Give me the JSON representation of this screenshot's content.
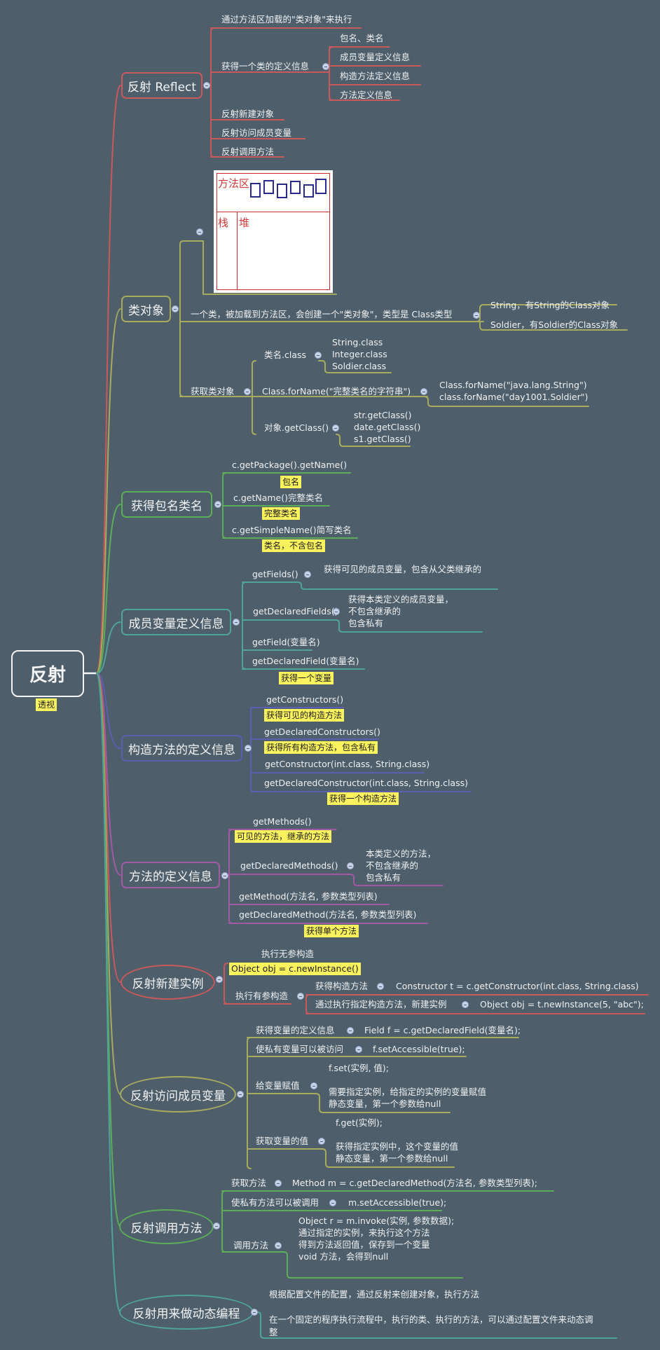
{
  "root": {
    "title": "反射",
    "note": "透视"
  },
  "colors": {
    "background": "#4e5e6a",
    "reflect": "#c9595b",
    "class_object": "#a7ab5e",
    "package_name": "#5cad57",
    "fields": "#4fa49a",
    "constructors": "#5c5fb0",
    "methods": "#a25aa5",
    "new_instance": "#c9595b",
    "access_fields": "#a7ab5e",
    "invoke_method": "#5cad57",
    "dynamic": "#4fa49a",
    "note_bg": "#fbf35e"
  },
  "reflect": {
    "title": "反射 Reflect",
    "items": [
      "通过方法区加载的\"类对象\"来执行",
      "获得一个类的定义信息",
      "反射新建对象",
      "反射访问成员变量",
      "反射调用方法"
    ],
    "definition_info": [
      "包名、类名",
      "成员变量定义信息",
      "构造方法定义信息",
      "方法定义信息"
    ]
  },
  "class_object": {
    "title": "类对象",
    "memory_image": {
      "method_area": "方法区",
      "stack": "栈",
      "heap": "堆"
    },
    "desc": "一个类，被加载到方法区，会创建一个\"类对象\"，类型是 Class类型",
    "desc_children": [
      "String，有String的Class对象",
      "Soldier，有Soldier的Class对象"
    ],
    "get_label": "获取类对象",
    "ways": [
      {
        "label": "类名.class",
        "examples": "String.class\nInteger.class\nSoldier.class"
      },
      {
        "label": "Class.forName(\"完整类名的字符串\")",
        "examples": "Class.forName(\"java.lang.String\")\nclass.forName(\"day1001.Soldier\")"
      },
      {
        "label": "对象.getClass()",
        "examples": "str.getClass()\ndate.getClass()\ns1.getClass()"
      }
    ]
  },
  "package_name": {
    "title": "获得包名类名",
    "items": [
      {
        "label": "c.getPackage().getName()",
        "note": "包名"
      },
      {
        "label": "c.getName()完整类名",
        "note": "完整类名"
      },
      {
        "label": "c.getSimpleName()简写类名",
        "note": "类名，不含包名"
      }
    ]
  },
  "fields": {
    "title": "成员变量定义信息",
    "items": [
      {
        "label": "getFields()",
        "detail": "获得可见的成员变量，包含从父类继承的"
      },
      {
        "label": "getDeclaredFields()",
        "detail": "获得本类定义的成员变量，\n不包含继承的\n包含私有"
      },
      {
        "label": "getField(变量名)"
      },
      {
        "label": "getDeclaredField(变量名)"
      }
    ],
    "note": "获得一个变量"
  },
  "constructors": {
    "title": "构造方法的定义信息",
    "items": [
      "getConstructors()",
      "getDeclaredConstructors()",
      "getConstructor(int.class, String.class)",
      "getDeclaredConstructor(int.class, String.class)"
    ],
    "notes": [
      "获得可见的构造方法",
      "获得所有构造方法，包含私有",
      "获得一个构造方法"
    ]
  },
  "methods": {
    "title": "方法的定义信息",
    "items": [
      {
        "label": "getMethods()",
        "note": "可见的方法，继承的方法"
      },
      {
        "label": "getDeclaredMethods()",
        "detail": "本类定义的方法，\n不包含继承的\n包含私有"
      },
      {
        "label": "getMethod(方法名, 参数类型列表)"
      },
      {
        "label": "getDeclaredMethod(方法名, 参数类型列表)"
      }
    ],
    "note": "获得单个方法"
  },
  "new_instance": {
    "title": "反射新建实例",
    "no_arg_label": "执行无参构造",
    "no_arg_note": "Object obj = c.newInstance()",
    "with_arg_label": "执行有参构造",
    "with_arg_steps": [
      {
        "label": "获得构造方法",
        "code": "Constructor t = c.getConstructor(int.class, String.class)"
      },
      {
        "label": "通过执行指定构造方法，新建实例",
        "code": "Object obj = t.newInstance(5, \"abc\");"
      }
    ]
  },
  "access_fields": {
    "title": "反射访问成员变量",
    "items": [
      {
        "label": "获得变量的定义信息",
        "detail": "Field f = c.getDeclaredField(变量名);"
      },
      {
        "label": "使私有变量可以被访问",
        "detail": "f.setAccessible(true);"
      },
      {
        "label": "给变量赋值",
        "detail": "f.set(实例, 值);\n\n需要指定实例，给指定的实例的变量赋值\n静态变量，第一个参数给null"
      },
      {
        "label": "获取变量的值",
        "detail": "f.get(实例);\n\n获得指定实例中，这个变量的值\n静态变量，第一个参数给null"
      }
    ]
  },
  "invoke_method": {
    "title": "反射调用方法",
    "items": [
      {
        "label": "获取方法",
        "detail": "Method m = c.getDeclaredMethod(方法名, 参数类型列表);"
      },
      {
        "label": "使私有方法可以被调用",
        "detail": "m.setAccessible(true);"
      },
      {
        "label": "调用方法",
        "detail": "Object r = m.invoke(实例, 参数数据);\n通过指定的实例，来执行这个方法\n得到方法返回值，保存到一个变量\nvoid 方法，会得到null"
      }
    ]
  },
  "dynamic": {
    "title": "反射用来做动态编程",
    "detail": "根据配置文件的配置，通过反射来创建对象，执行方法\n\n在一个固定的程序执行流程中，执行的类、执行的方法，可以通过配置文件来动态调\n整"
  }
}
